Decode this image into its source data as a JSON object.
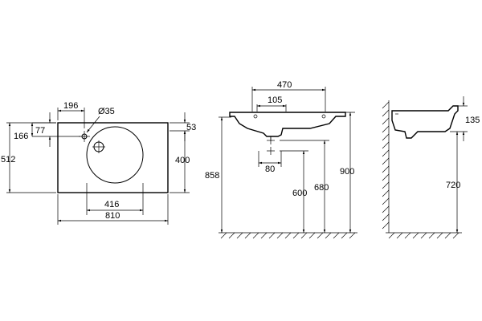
{
  "top_view": {
    "tap_hole_width": "196",
    "tap_hole_diameter": "Ø35",
    "tap_offset_top": "77",
    "tap_offset_top_left": "166",
    "total_depth": "512",
    "bowl_width": "416",
    "total_width": "810",
    "front_edge": "53",
    "side_depth": "400"
  },
  "front_view": {
    "overall_width": "470",
    "drain_width": "105",
    "drain_spacing": "80",
    "height_to_rim": "858",
    "drain_height_600": "600",
    "drain_height_680": "680",
    "total_height": "900"
  },
  "side_view": {
    "basin_height": "135",
    "mount_height": "720"
  }
}
